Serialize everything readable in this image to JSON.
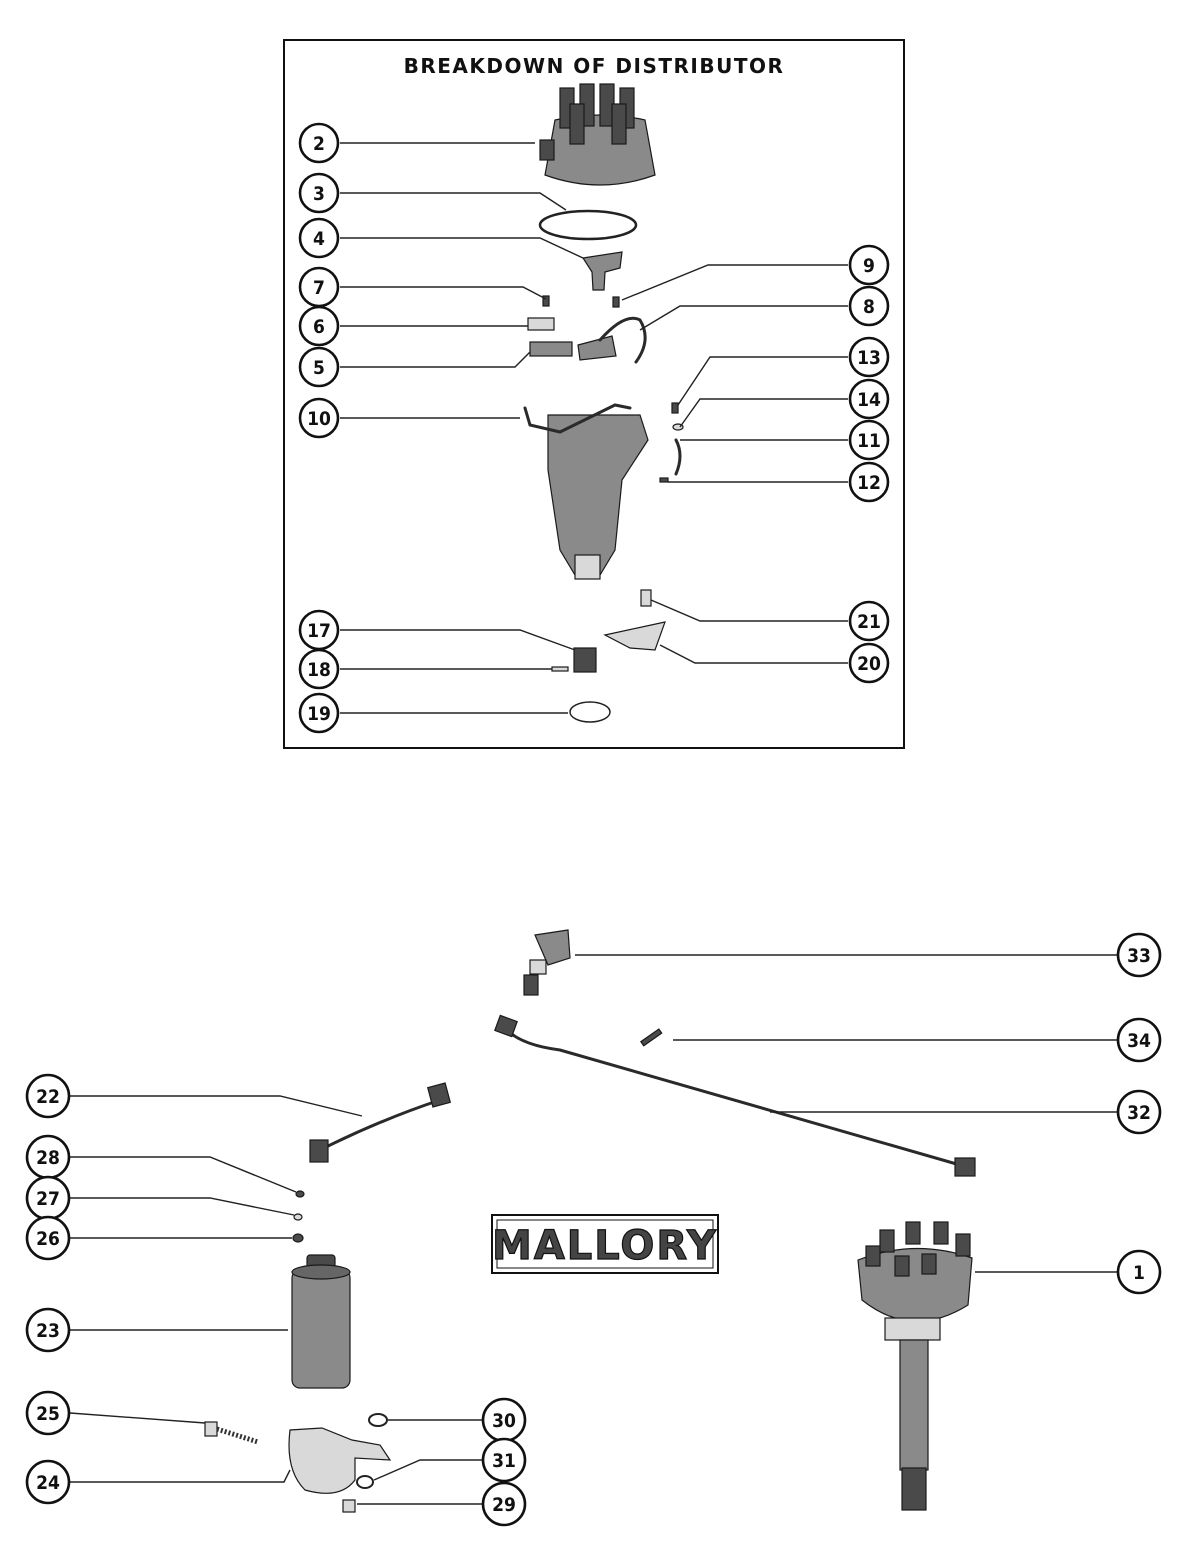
{
  "inset": {
    "title": "BREAKDOWN OF DISTRIBUTOR",
    "callouts": [
      "2",
      "3",
      "4",
      "7",
      "6",
      "5",
      "10",
      "9",
      "8",
      "13",
      "14",
      "11",
      "12",
      "21",
      "20",
      "17",
      "18",
      "19"
    ]
  },
  "main": {
    "brand_label": "MALLORY",
    "callouts": [
      "33",
      "34",
      "32",
      "22",
      "28",
      "27",
      "26",
      "23",
      "25",
      "24",
      "30",
      "31",
      "29",
      "1"
    ]
  }
}
